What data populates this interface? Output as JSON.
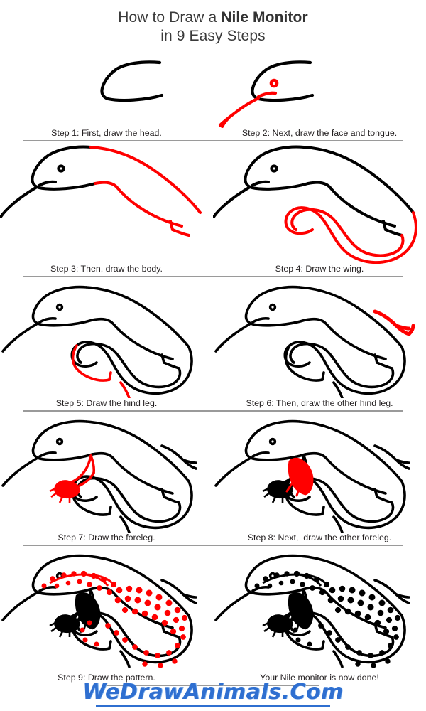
{
  "title": {
    "line1_prefix": "How to Draw a ",
    "line1_subject": "Nile Monitor",
    "line2": "in 9 Easy Steps"
  },
  "steps": [
    {
      "id": "step-1",
      "caption": "Step 1: First, draw the head."
    },
    {
      "id": "step-2",
      "caption": "Step 2: Next, draw the face and tongue."
    },
    {
      "id": "step-3",
      "caption": "Step 3: Then, draw the body."
    },
    {
      "id": "step-4",
      "caption": "Step 4: Draw the wing."
    },
    {
      "id": "step-5",
      "caption": "Step 5: Draw the hind leg."
    },
    {
      "id": "step-6",
      "caption": "Step 6: Then, draw the other hind leg."
    },
    {
      "id": "step-7",
      "caption": "Step 7: Draw the foreleg."
    },
    {
      "id": "step-8",
      "caption": "Step 8: Next,  draw the other foreleg."
    },
    {
      "id": "step-9",
      "caption": "Step 9: Draw the pattern."
    },
    {
      "id": "step-final",
      "caption": "Your Nile monitor is now done!"
    }
  ],
  "footer": {
    "watermark": "WeDrawAnimals.Com"
  },
  "colors": {
    "ink": "#000000",
    "new_stroke": "#ff0000",
    "divider": "#9a9a9a",
    "title": "#3a3a3a",
    "watermark": "#2f6fd0"
  }
}
